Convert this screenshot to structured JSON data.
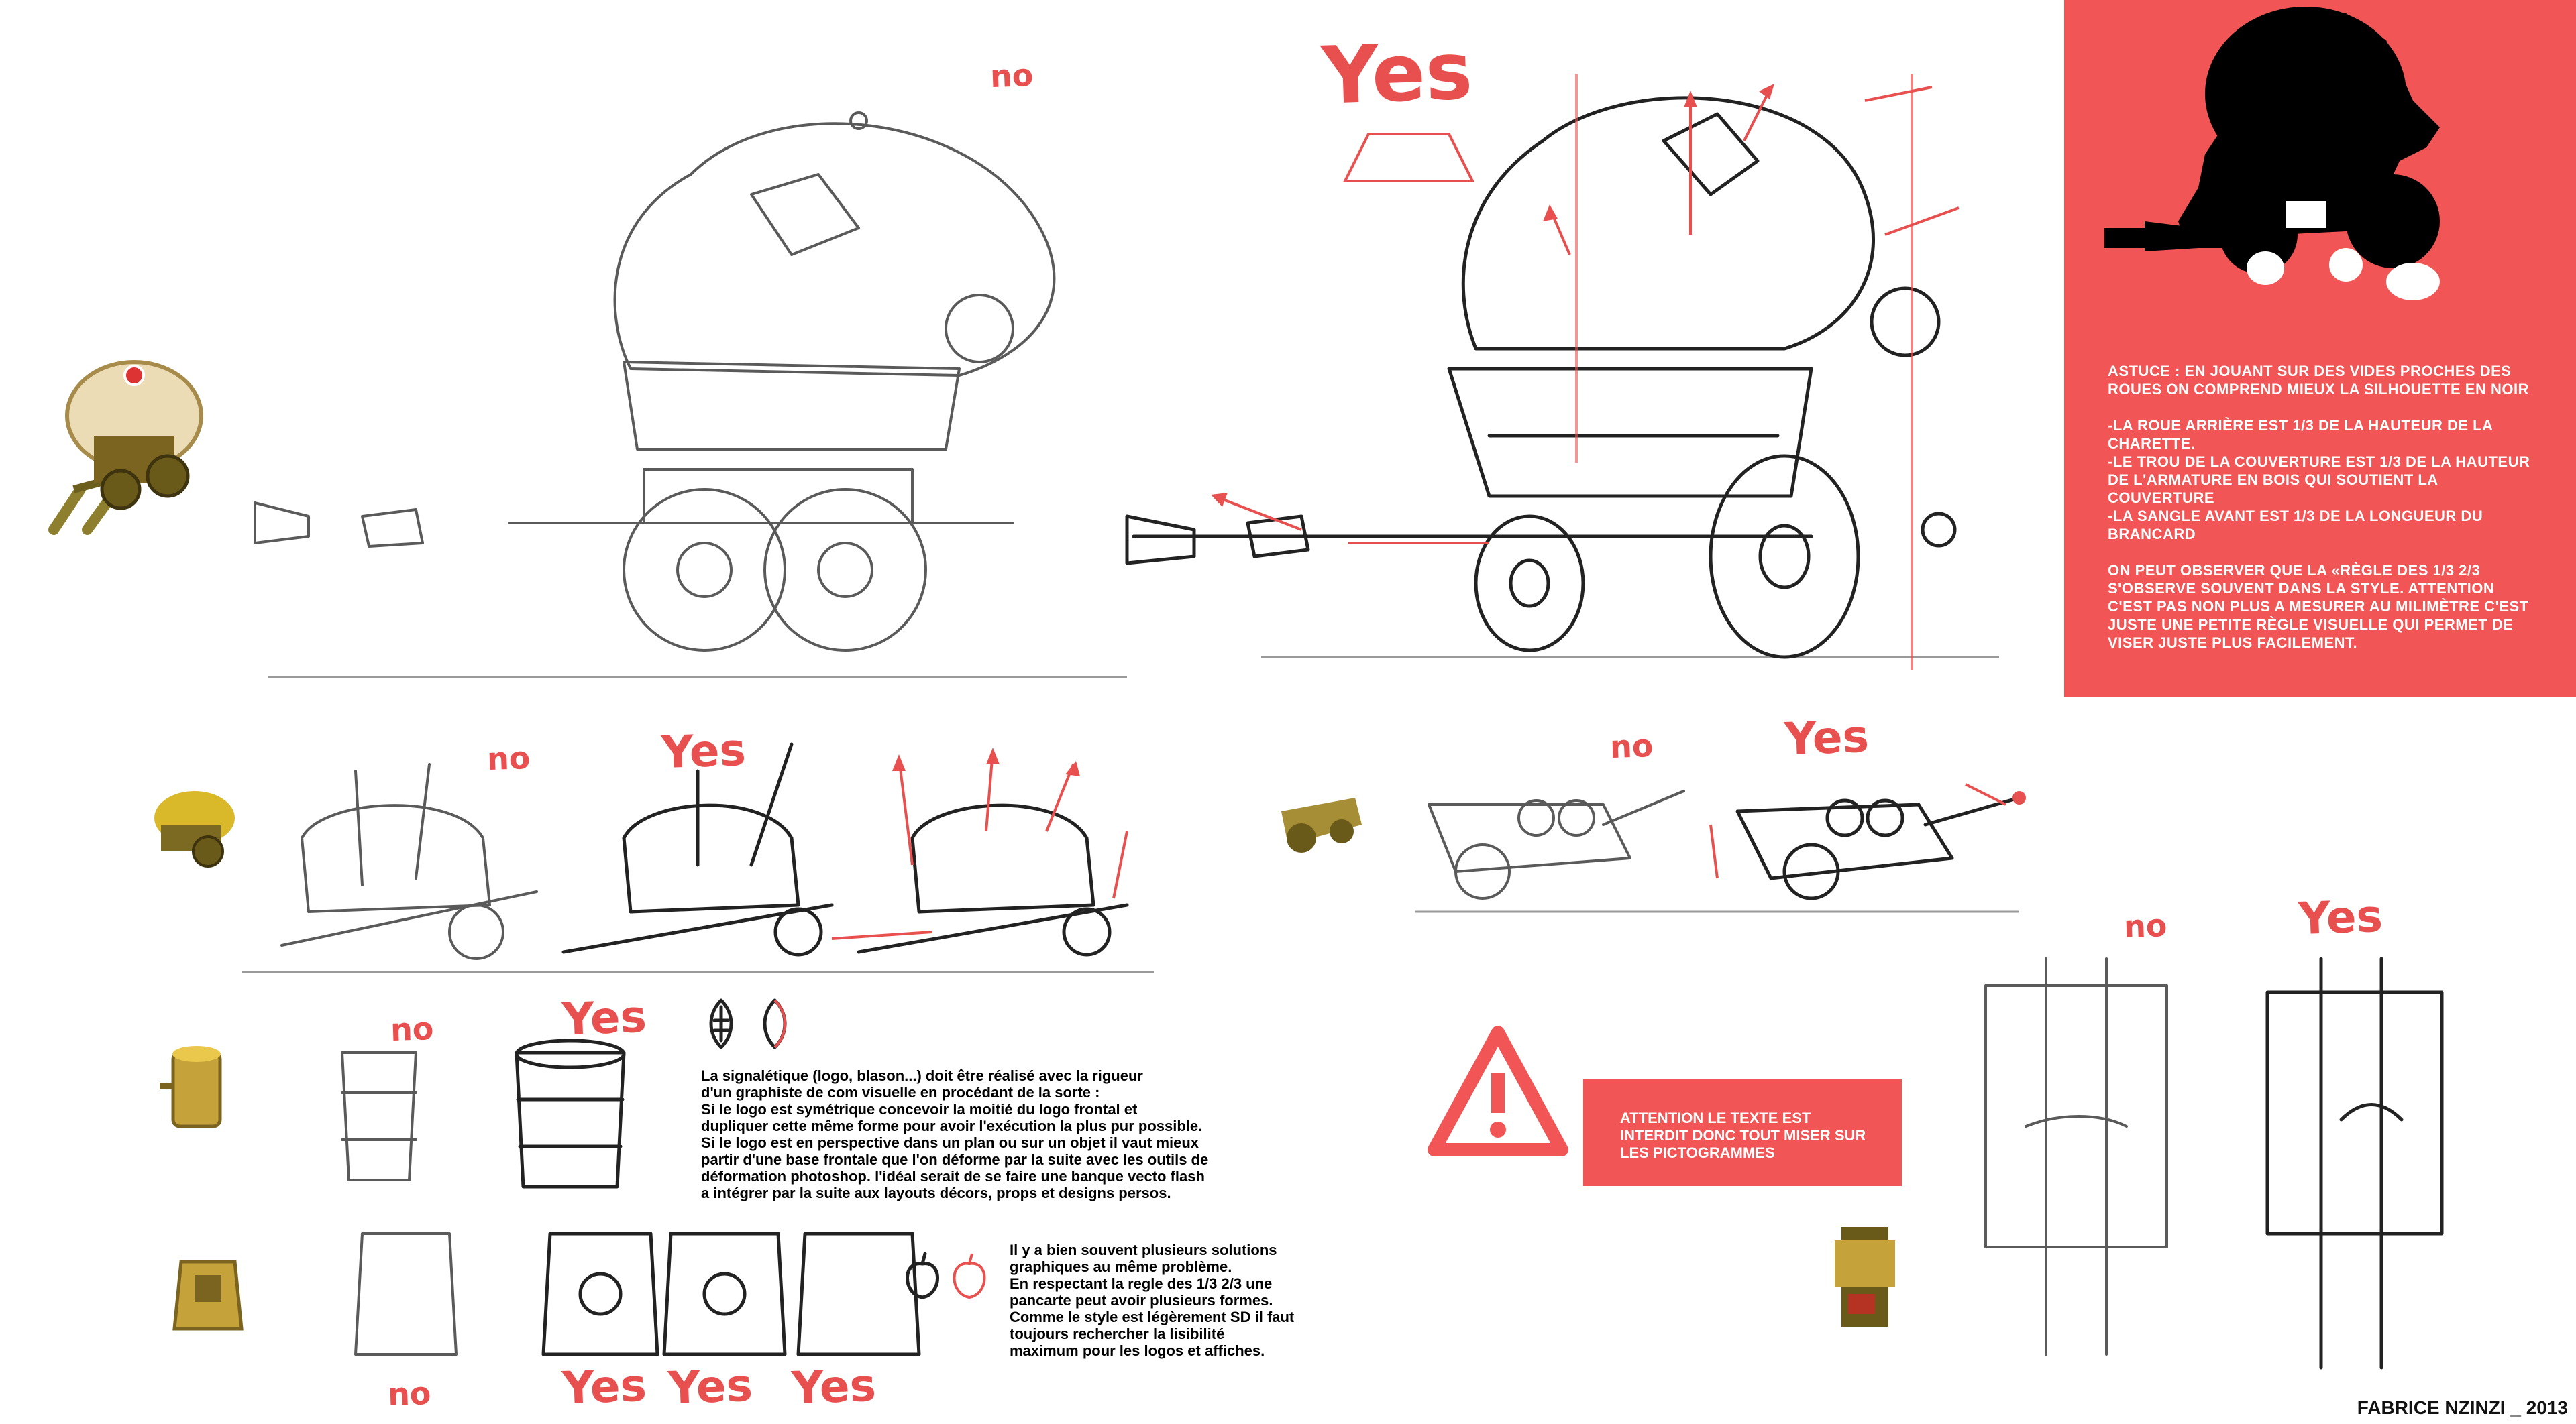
{
  "labels": {
    "no_top": "no",
    "yes_top": "Yes",
    "no_hay": "no",
    "yes_hay": "Yes",
    "no_logs": "no",
    "yes_logs": "Yes",
    "no_barrel": "no",
    "yes_barrel": "Yes",
    "no_sign": "no",
    "yes_sign": "Yes",
    "no_board": "no",
    "yes_board_1": "Yes",
    "yes_board_2": "Yes",
    "yes_board_3": "Yes"
  },
  "panel": {
    "tip": "ASTUCE : EN JOUANT SUR DES VIDES PROCHES DES ROUES ON COMPREND MIEUX LA SILHOUETTE EN NOIR",
    "rule_1": "-LA ROUE ARRIÈRE EST 1/3 DE LA HAUTEUR DE LA CHARETTE.",
    "rule_2": "-LE TROU DE LA COUVERTURE EST 1/3 DE LA HAUTEUR DE L'ARMATURE EN BOIS QUI SOUTIENT LA COUVERTURE",
    "rule_3": "-LA SANGLE AVANT EST 1/3 DE LA LONGUEUR DU BRANCARD",
    "note": "ON PEUT OBSERVER QUE LA «RÈGLE DES 1/3 2/3 S'OBSERVE SOUVENT DANS LA STYLE. ATTENTION C'EST PAS NON PLUS A MESURER AU MILIMÈTRE C'EST JUSTE UNE PETITE RÈGLE VISUELLE QUI PERMET DE VISER JUSTE PLUS FACILEMENT."
  },
  "notice": "ATTENTION LE TEXTE EST INTERDIT DONC TOUT MISER SUR LES PICTOGRAMMES",
  "logo_text": [
    "La signalétique (logo, blason...) doit être réalisé avec la rigueur",
    "d'un graphiste de com visuelle en procédant de la sorte :",
    "Si le logo est symétrique concevoir la moitié du logo frontal et",
    "dupliquer cette même forme pour avoir l'exécution la plus pur possible.",
    "Si le logo est en perspective dans un plan ou sur un objet il vaut mieux",
    "partir d'une base frontale que l'on déforme par la suite avec les outils de",
    "déformation photoshop. l'idéal serait de se faire une banque vecto flash",
    "a intégrer par la suite aux layouts décors, props et designs persos."
  ],
  "solutions_text": [
    "Il y a bien souvent plusieurs solutions",
    "graphiques au même problème.",
    "En respectant la regle des 1/3 2/3 une",
    "pancarte peut avoir plusieurs formes.",
    "Comme le style est légèrement SD il faut",
    "toujours rechercher la lisibilité",
    "maximum pour les logos et affiches."
  ],
  "credit": "FABRICE NZINZI _ 2013",
  "colors": {
    "accent": "#f15555",
    "hand": "#e8504f",
    "sketch": "#5a5a5a"
  },
  "icons": [
    "warning-icon",
    "trapezoid-icon",
    "leaf-logo-icon",
    "apple-logo-icon"
  ]
}
